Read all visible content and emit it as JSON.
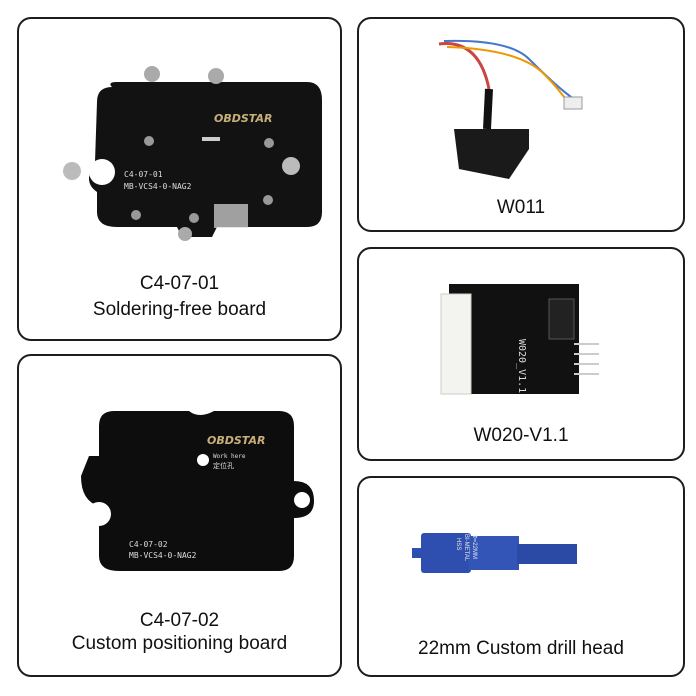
{
  "products": [
    {
      "code": "C4-07-01",
      "name": "Soldering-free board",
      "board_text": [
        "C4-07-01",
        "MB-VCS4-0-NAG2"
      ],
      "logo": "OBDSTAR"
    },
    {
      "name": "W011"
    },
    {
      "name": "W020-V1.1",
      "board_text": "W020_V1.1"
    },
    {
      "code": "C4-07-02",
      "name": "Custom positioning board",
      "board_text": [
        "C4-07-02",
        "MB-VCS4-0-NAG2"
      ],
      "logo": "OBDSTAR",
      "note": [
        "Work here",
        "定位孔"
      ]
    },
    {
      "name": "22mm Custom drill head",
      "tool_text": [
        "HSS",
        "BI-METAL",
        "Φ=22MM"
      ]
    }
  ],
  "colors": {
    "border": "#1d1d1d",
    "board": "#111111",
    "drill": "#2f4fb0"
  }
}
